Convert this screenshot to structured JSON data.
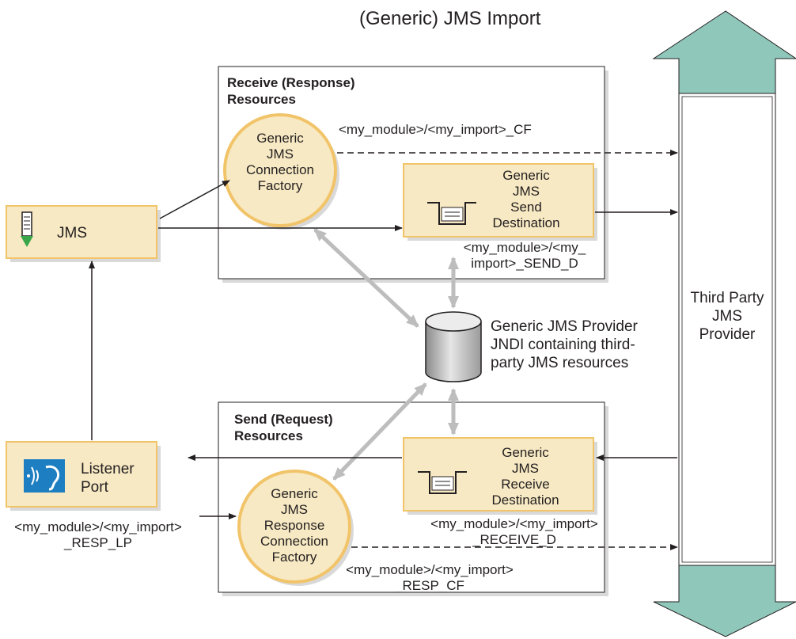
{
  "title": "(Generic) JMS Import",
  "receive_group": {
    "heading": "Receive (Response)\nResources"
  },
  "send_group": {
    "heading": "Send (Request)\nResources"
  },
  "jms_box": {
    "label": "JMS"
  },
  "listener_box": {
    "label": "Listener\nPort",
    "caption": "<my_module>/<my_import>\n_RESP_LP"
  },
  "connection_factory": {
    "label": "Generic\nJMS\nConnection\nFactory",
    "caption": "<my_module>/<my_import>_CF"
  },
  "send_destination": {
    "label": "Generic\nJMS\nSend\nDestination",
    "caption": "<my_module>/<my_\nimport>_SEND_D"
  },
  "jndi": {
    "label": "Generic JMS Provider\nJNDI containing third-\nparty JMS resources"
  },
  "receive_destination": {
    "label": "Generic\nJMS\nReceive\nDestination",
    "caption": "<my_module>/<my_import>\n_RECEIVE_D"
  },
  "response_factory": {
    "label": "Generic\nJMS\nResponse\nConnection\nFactory",
    "caption": "<my_module>/<my_import>\n_RESP_CF"
  },
  "provider": {
    "label": "Third Party\nJMS\nProvider"
  },
  "colors": {
    "node_fill": "#f7e9c3",
    "node_border": "#f2c46a",
    "arrow_gray": "#bdbdbd",
    "bidir_arrow": "#8fc7ba"
  }
}
